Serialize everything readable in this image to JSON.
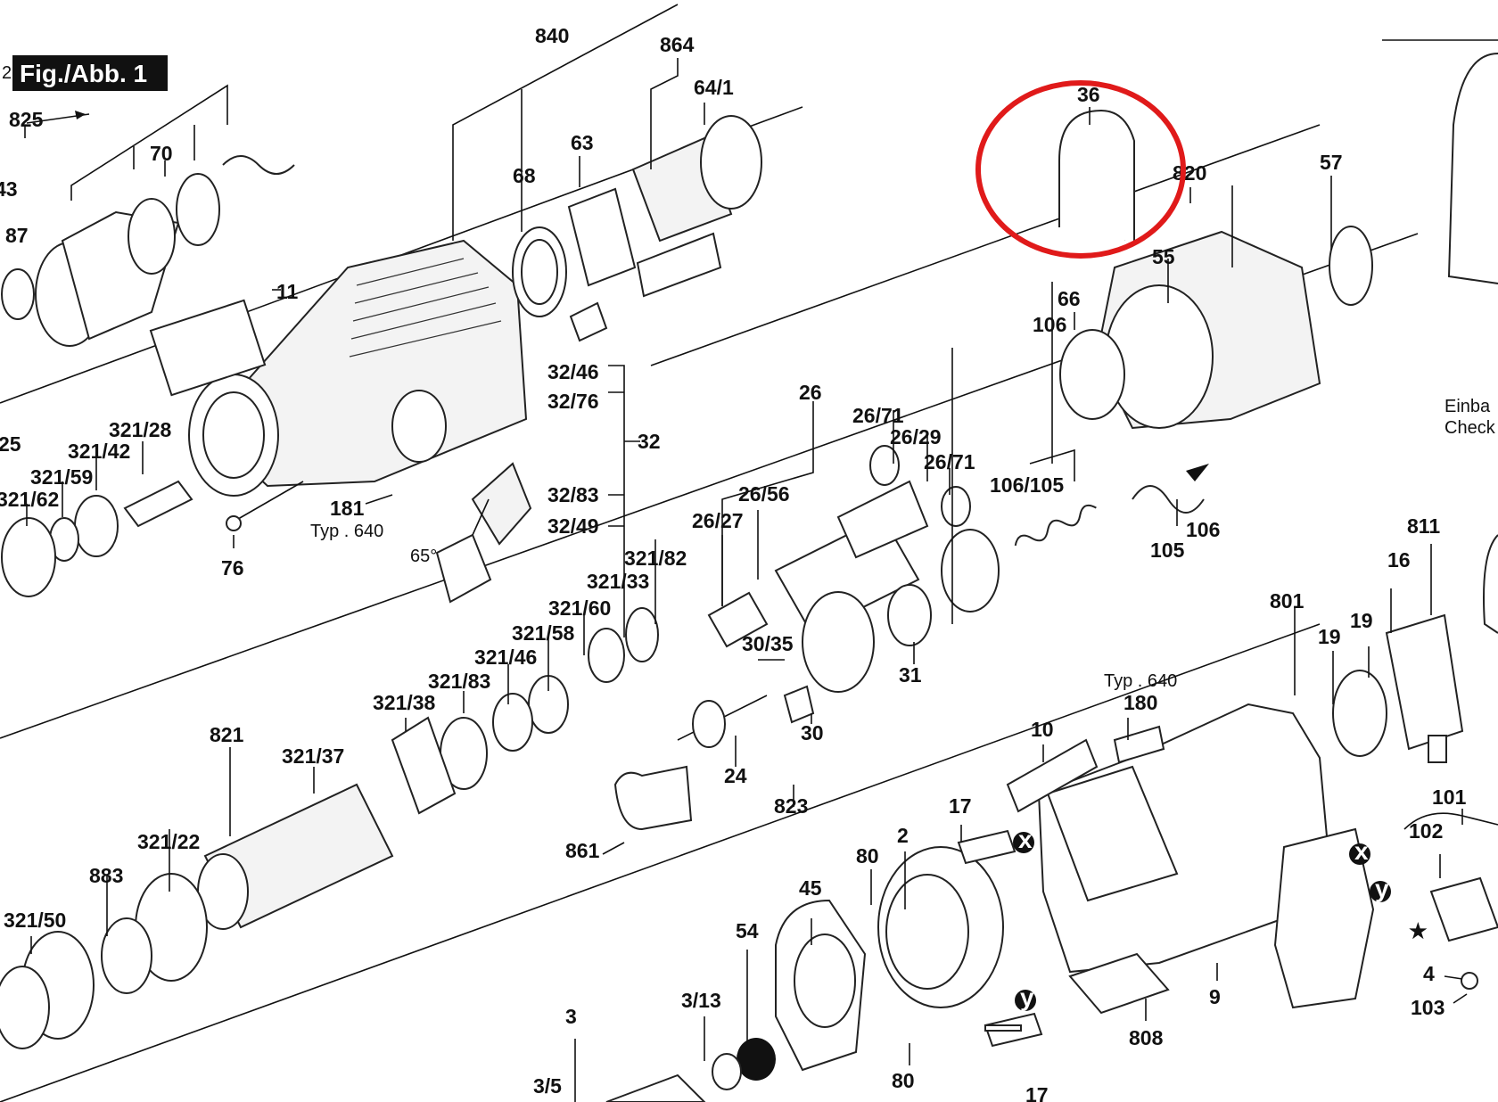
{
  "figure": {
    "title": "Fig./Abb. 1",
    "corner_number": "2"
  },
  "highlight": {
    "color": "#e01a1a",
    "target_part": "36"
  },
  "side_text": {
    "line1": "Einba",
    "line2": "Check"
  },
  "notes": {
    "typ_640_a": "Typ . 640",
    "typ_640_b": "Typ . 640",
    "angle": "65°"
  },
  "markers": {
    "x": "x",
    "y": "y",
    "star": "★"
  },
  "labels": {
    "l840": "840",
    "l864": "864",
    "l64_1": "64/1",
    "l63": "63",
    "l68": "68",
    "l825": "825",
    "l70": "70",
    "l43": "43",
    "l87": "87",
    "l11": "11",
    "l36": "36",
    "l820": "820",
    "l57": "57",
    "l55": "55",
    "l66": "66",
    "l106a": "106",
    "l106_105": "106/105",
    "l106b": "106",
    "l105": "105",
    "l32_46": "32/46",
    "l32_76": "32/76",
    "l32": "32",
    "l32_83": "32/83",
    "l32_49": "32/49",
    "l181": "181",
    "l76": "76",
    "l25": "25",
    "l321_28": "321/28",
    "l321_42": "321/42",
    "l321_59": "321/59",
    "l321_62": "321/62",
    "l26": "26",
    "l26_71a": "26/71",
    "l26_29": "26/29",
    "l26_71b": "26/71",
    "l26_56": "26/56",
    "l26_27": "26/27",
    "l321_82": "321/82",
    "l321_33": "321/33",
    "l321_60": "321/60",
    "l321_58": "321/58",
    "l321_46": "321/46",
    "l321_83": "321/83",
    "l321_38": "321/38",
    "l321_37": "321/37",
    "l30_35": "30/35",
    "l31": "31",
    "l30": "30",
    "l24": "24",
    "l823": "823",
    "l861": "861",
    "l821": "821",
    "l321_22": "321/22",
    "l883": "883",
    "l321_50": "321/50",
    "l811": "811",
    "l16": "16",
    "l801": "801",
    "l19a": "19",
    "l19b": "19",
    "l180": "180",
    "l10": "10",
    "l17a": "17",
    "l2": "2",
    "l80a": "80",
    "l45": "45",
    "l54": "54",
    "l3_13": "3/13",
    "l3": "3",
    "l3_5": "3/5",
    "l80b": "80",
    "l17b": "17",
    "l9": "9",
    "l808": "808",
    "l101": "101",
    "l102": "102",
    "l4": "4",
    "l103": "103"
  }
}
